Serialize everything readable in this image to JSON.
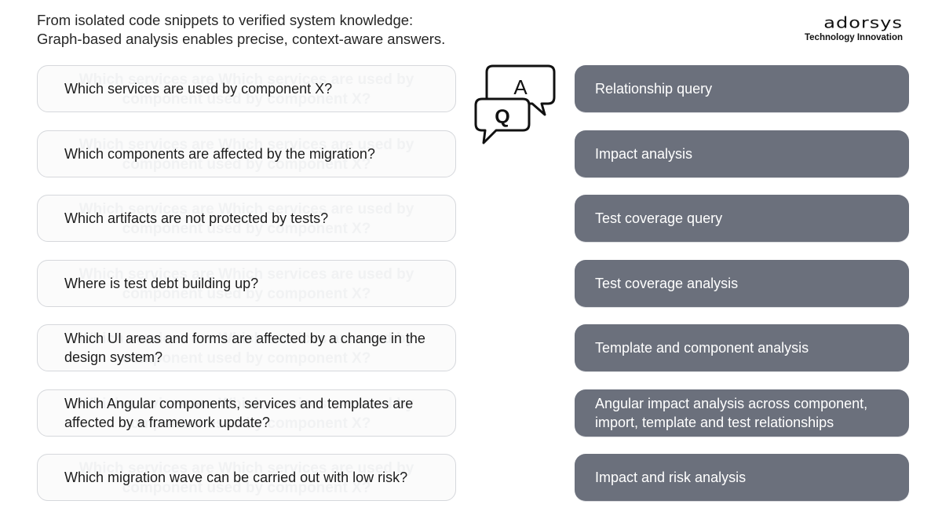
{
  "header": {
    "line1": "From isolated code snippets to verified system knowledge:",
    "line2": "Graph-based analysis enables precise, context-aware answers."
  },
  "brand": {
    "logo_text": "adorsys",
    "tagline": "Technology Innovation"
  },
  "icon": {
    "name": "qa-chat-bubbles-icon",
    "answer_letter": "A",
    "question_letter": "Q"
  },
  "background_text": {
    "row1": "Which services are Which services are used by component used by component X?"
  },
  "questions": [
    "Which services are used by component X?",
    "Which components are affected by the migration?",
    "Which artifacts are not protected by tests?",
    "Where is test debt building up?",
    "Which UI areas and forms are affected by a change in the design system?",
    "Which Angular components, services and templates are affected by a framework update?",
    "Which migration wave can be carried out with low risk?"
  ],
  "answers": [
    "Relationship query",
    "Impact analysis",
    "Test coverage query",
    "Test coverage analysis",
    "Template and component analysis",
    "Angular impact analysis across component, import, template and test relationships",
    "Impact and risk analysis"
  ],
  "colors": {
    "answer_bg": "#6b707c",
    "question_border": "#d6d8dc"
  }
}
